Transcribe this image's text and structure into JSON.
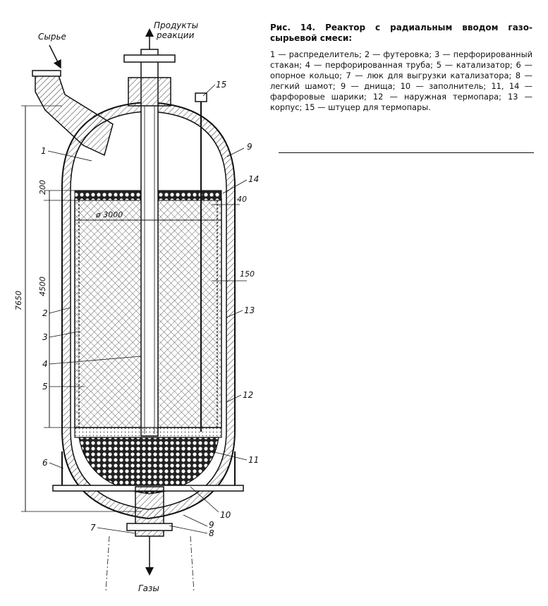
{
  "caption": {
    "title": "Рис. 14. Реактор с радиальным вводом газо-сырьевой смеси:",
    "legend": "1 — распределитель; 2 — футеровка; 3 — перфорированный стакан; 4 — перфорированная труба; 5 — катализатор; 6 — опорное кольцо; 7 — люк для выгрузки катализатора; 8 — легкий шамот; 9 — днища; 10 — заполнитель; 11, 14 — фарфоровые шарики; 12 — наружная термопара; 13 — корпус; 15 — штуцер для термопары."
  },
  "flows": {
    "feed": "Сырье",
    "products_line1": "Продукты",
    "products_line2": "реакции",
    "gases": "Газы"
  },
  "dimensions": {
    "total_height": "7650",
    "bed_height": "4500",
    "top_layer": "200",
    "diameter": "ø 3000",
    "wall_40": "40",
    "wall_150": "150"
  },
  "callouts": [
    "1",
    "2",
    "3",
    "4",
    "5",
    "6",
    "7",
    "8",
    "9",
    "10",
    "11",
    "12",
    "13",
    "14",
    "15",
    "9"
  ]
}
